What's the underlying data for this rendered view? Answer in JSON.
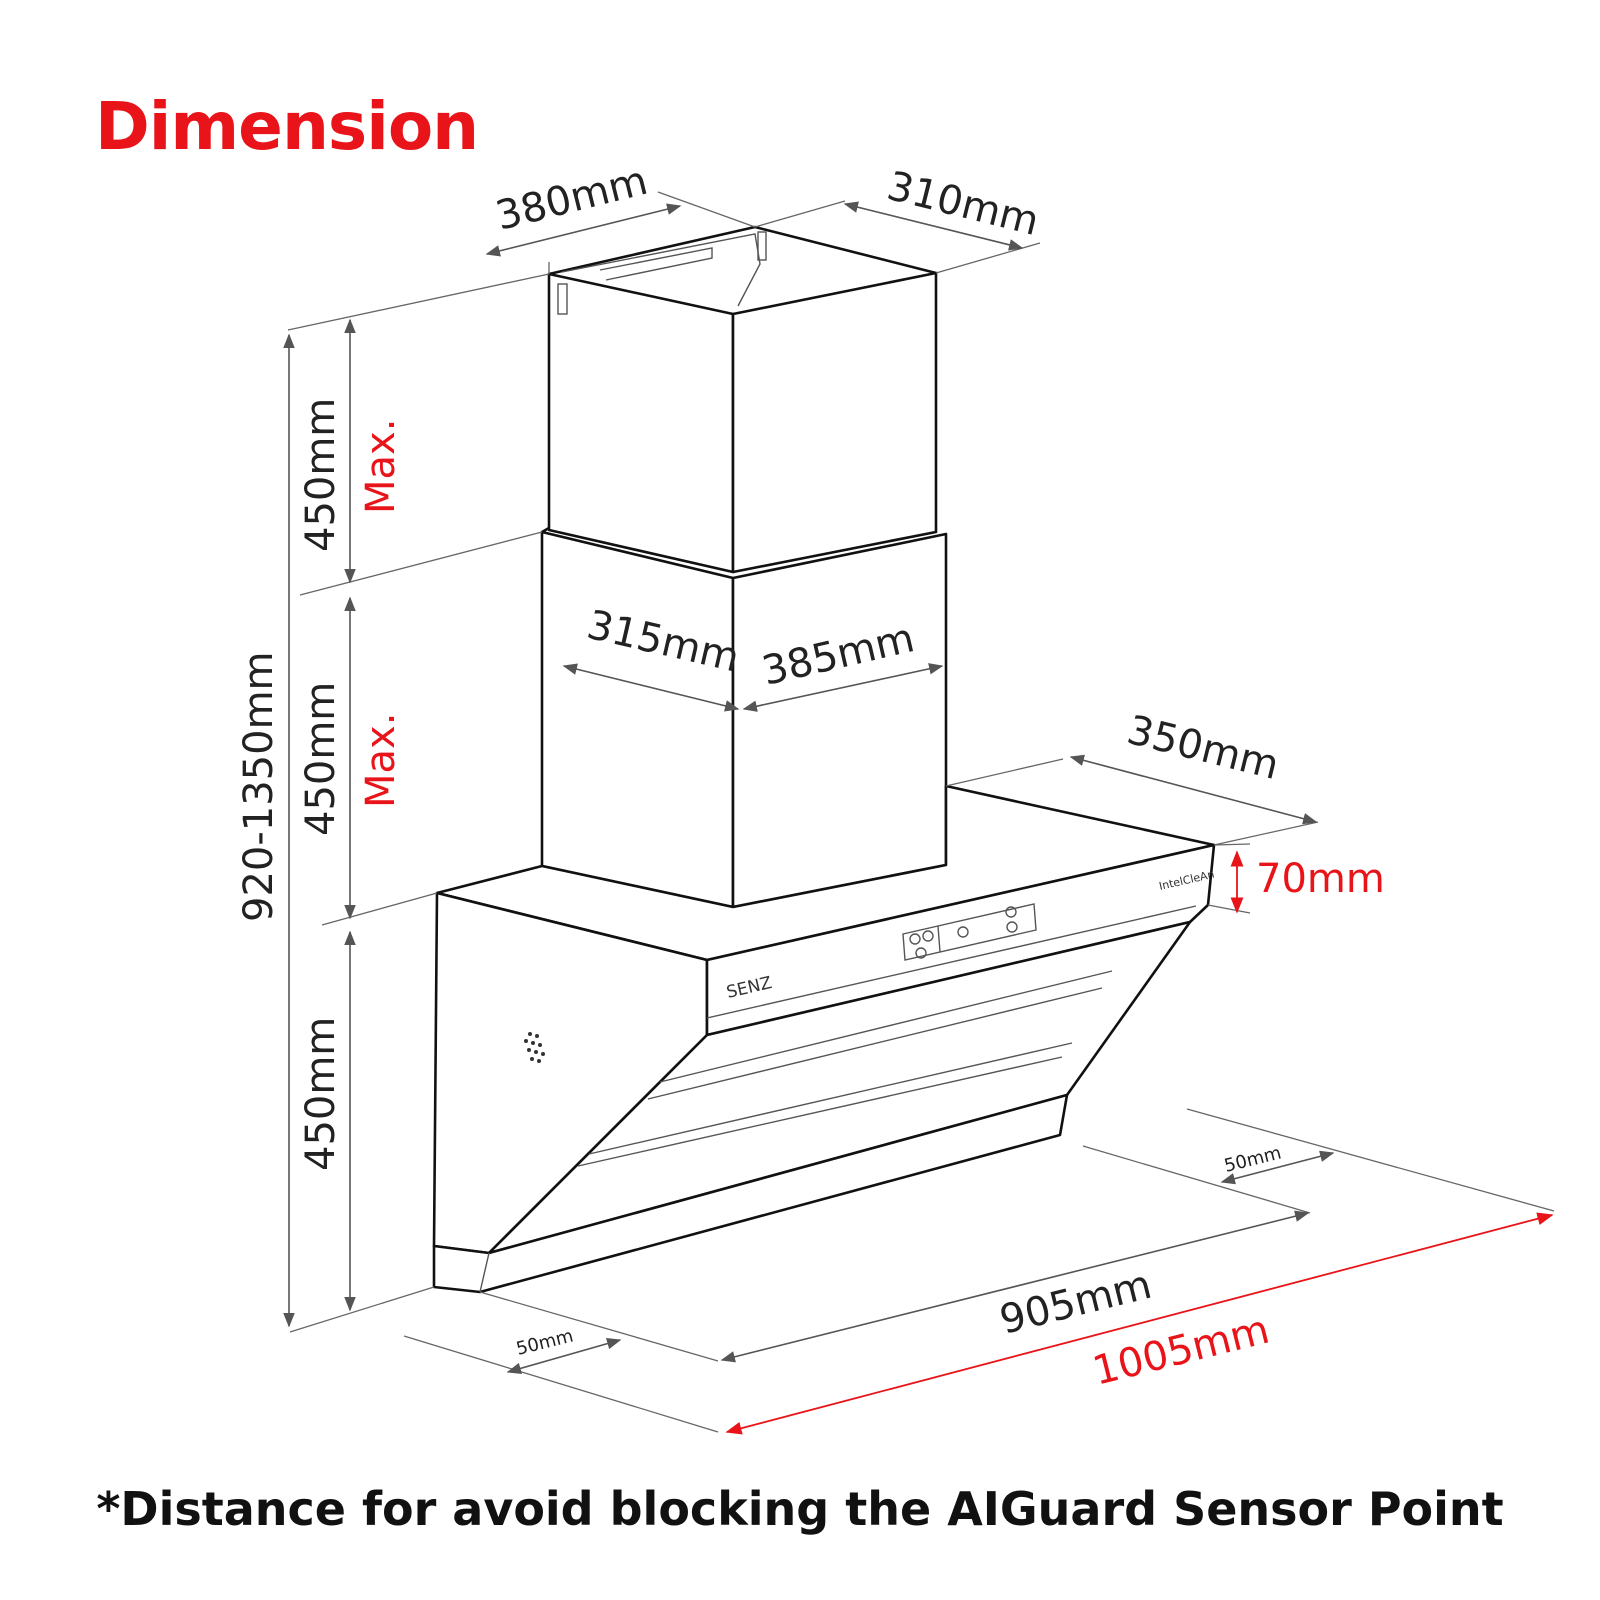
{
  "title": "Dimension",
  "footnote": "*Distance for avoid blocking the AIGuard Sensor Point",
  "brand": {
    "logo": "SENZ",
    "feature": "IntelCleAn"
  },
  "dimensions": {
    "top_depth": "380mm",
    "top_width": "310mm",
    "lower_depth": "315mm",
    "lower_width": "385mm",
    "upper_chimney_height": "450mm",
    "lower_chimney_height": "450mm",
    "max_upper": "Max.",
    "max_lower": "Max.",
    "hood_height": "450mm",
    "total_height": "920-1350mm",
    "hood_depth": "350mm",
    "hood_thickness": "70mm",
    "hood_width": "905mm",
    "total_width": "1005mm",
    "clearance_left": "50mm",
    "clearance_right": "50mm"
  },
  "colors": {
    "accent": "#e8141a",
    "line": "#111111",
    "dimension": "#555555"
  }
}
